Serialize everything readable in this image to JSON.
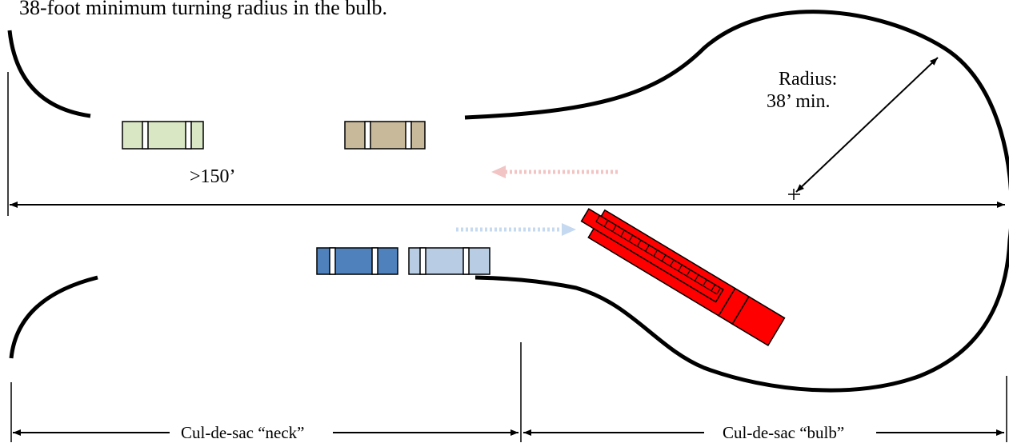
{
  "caption": "38-foot minimum turning radius in the bulb.",
  "labels": {
    "radius_line1": "Radius:",
    "radius_line2": "38’ min.",
    "length": ">150’",
    "neck": "Cul-de-sac “neck”",
    "bulb": "Cul-de-sac “bulb”"
  },
  "colors": {
    "curb": "#000000",
    "car_light_green": "#d9e7c4",
    "car_tan": "#c8b99a",
    "car_blue": "#4f81bd",
    "car_light_blue": "#b8cce4",
    "fire_truck": "#ff0000",
    "arrow_pink": "#f2c4c4",
    "arrow_blue": "#c5d9f1"
  }
}
